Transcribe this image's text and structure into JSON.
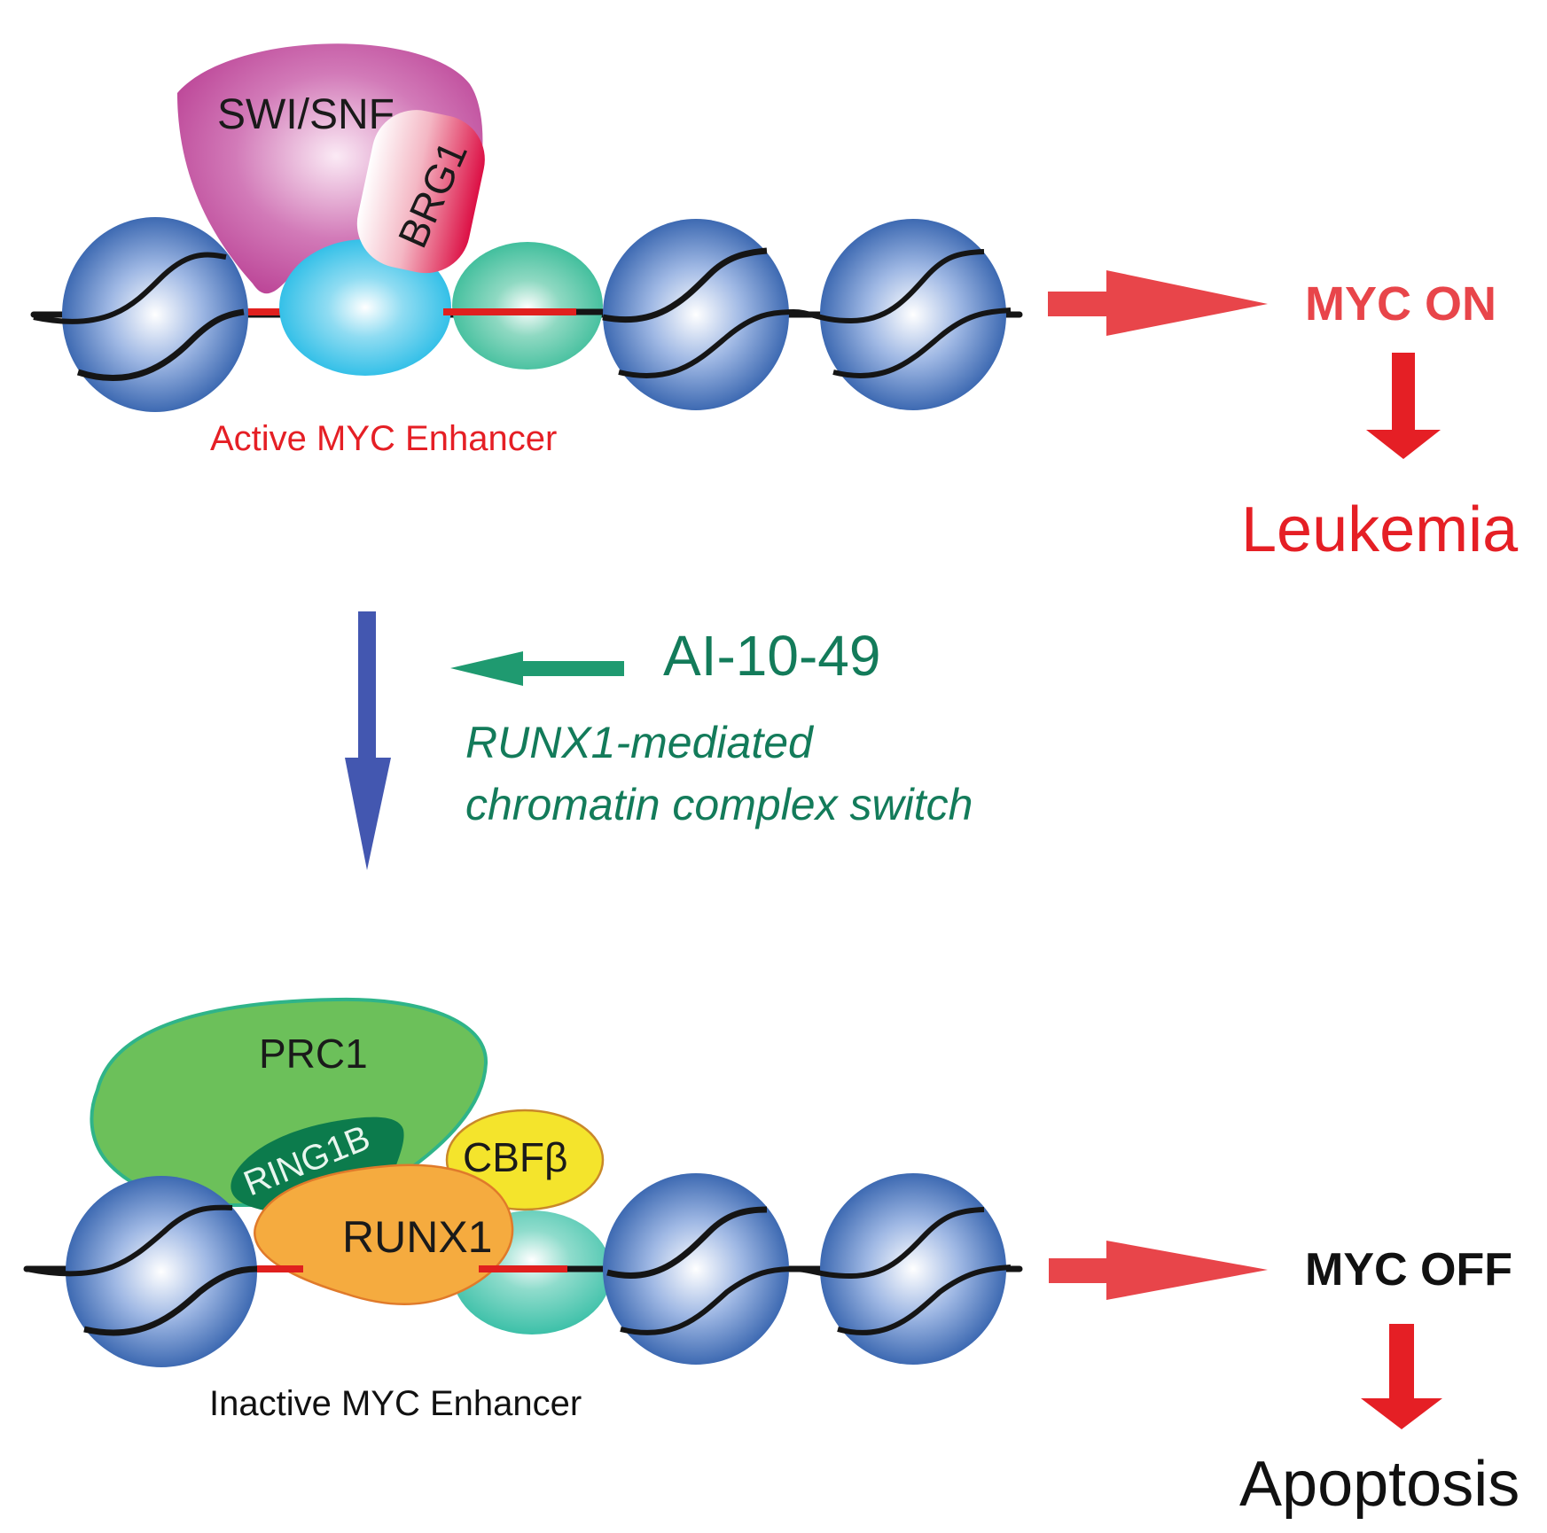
{
  "colors": {
    "nucleosome": "#2f62b0",
    "nucleosome_light": "#f4f7fd",
    "dna": "#151515",
    "enhancer_dna": "#e0201e",
    "swi_snf": "#c44fa0",
    "brg1": "#e0194a",
    "cyan_factor": "#2ec0e8",
    "teal_factor": "#3dbf9e",
    "prc1": "#6cc05a",
    "prc1_border": "#2fb489",
    "ring1b": "#0c7b4c",
    "runx1": "#f5ab3f",
    "runx1_border": "#e07a2a",
    "cbfb": "#f4e42c",
    "red_arrow": "#e8454a",
    "red_down_arrow": "#e51f25",
    "red_text": "#e51f25",
    "blue_arrow": "#4357b0",
    "green_text": "#137b5a",
    "green_arrow": "#1f9a70"
  },
  "top_panel": {
    "complex_label": "SWI/SNF",
    "subunit_label": "BRG1",
    "enhancer_label": "Active MYC Enhancer",
    "state_label": "MYC ON",
    "outcome_label": "Leukemia"
  },
  "middle": {
    "drug_label": "AI-10-49",
    "mechanism_line1": "RUNX1-mediated",
    "mechanism_line2": "chromatin complex switch"
  },
  "bottom_panel": {
    "complex_label": "PRC1",
    "subunit_label": "RING1B",
    "cofactor_label": "CBFβ",
    "factor_label": "RUNX1",
    "enhancer_label": "Inactive MYC Enhancer",
    "state_label": "MYC OFF",
    "outcome_label": "Apoptosis"
  }
}
